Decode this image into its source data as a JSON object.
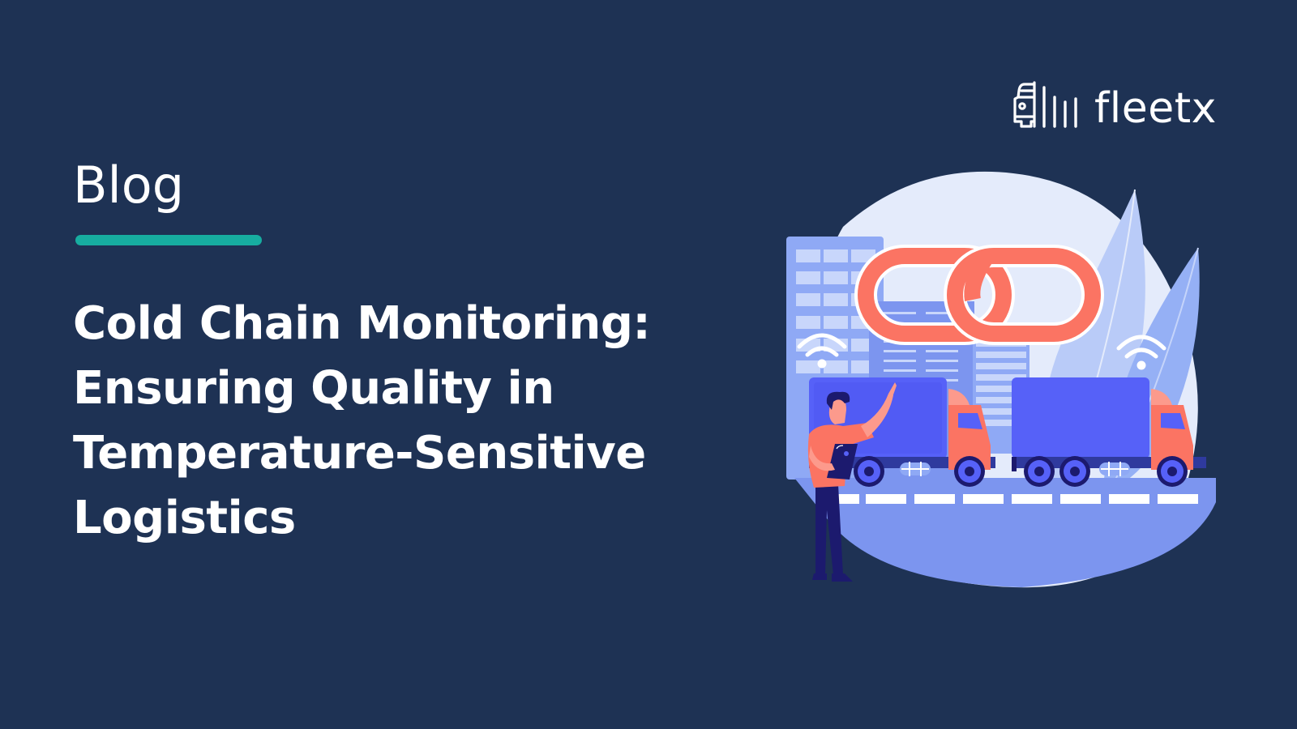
{
  "brand": {
    "name": "fleetx",
    "logo_icon": "truck-signal-icon"
  },
  "category": {
    "label": "Blog",
    "underline_color": "#17ada0"
  },
  "headline": {
    "lines": [
      "Cold Chain Monitoring:",
      "Ensuring Quality in",
      "Temperature-Sensitive",
      "Logistics"
    ]
  },
  "illustration": {
    "description": "Person with tablet pointing at two delivery trucks on a road, chain link above, buildings and wifi signals in background",
    "elements": [
      "chain-link-icon",
      "wifi-icon",
      "wifi-icon",
      "truck",
      "truck",
      "person-with-tablet",
      "buildings",
      "leaves",
      "road"
    ]
  },
  "colors": {
    "background": "#1e3254",
    "accent": "#17ada0",
    "text": "#ffffff",
    "circle_bg": "#e4ebfb",
    "truck_body": "#5661f8",
    "truck_cab": "#fb7463",
    "road": "#7c95ef",
    "building": "#8fa9f5"
  }
}
